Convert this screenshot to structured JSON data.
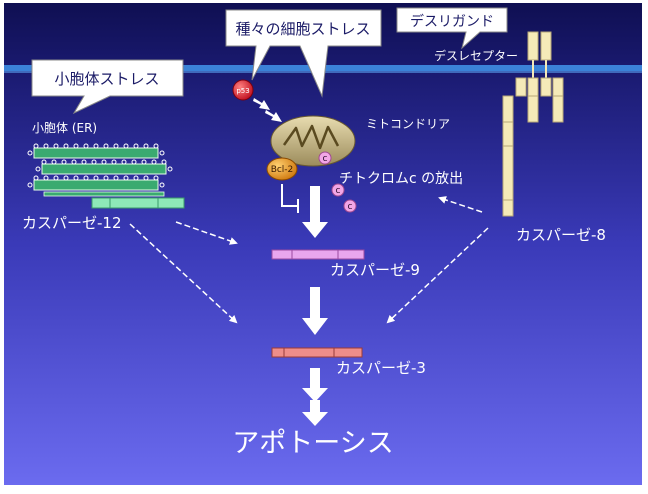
{
  "callouts": {
    "stress": "種々の細胞ストレス",
    "death_ligand": "デスリガンド",
    "er_stress": "小胞体ストレス"
  },
  "labels": {
    "death_receptor": "デスレセプター",
    "er": "小胞体 (ER)",
    "mitochondria": "ミトコンドリア",
    "p53": "p53",
    "bcl2": "Bcl-2",
    "cyt_c": "c",
    "cyt_c_release": "チトクロムc の放出",
    "caspase12": "カスパーゼ-12",
    "caspase8": "カスパーゼ-8",
    "caspase9": "カスパーゼ-9",
    "caspase3": "カスパーゼ-3",
    "apoptosis": "アポトーシス"
  },
  "colors": {
    "background_top": "#12125a",
    "background_bottom": "#6a6aee",
    "membrane": "#3b82d8",
    "caspase12": "#8ee8b8",
    "caspase8": "#f5eab8",
    "caspase9": "#e9a6ee",
    "caspase3": "#ef8d8a",
    "p53": "#e0283a",
    "bcl2": "#f0a030",
    "cyt_c": "#f2a6e6",
    "mitochondria": "#d8cba0"
  }
}
